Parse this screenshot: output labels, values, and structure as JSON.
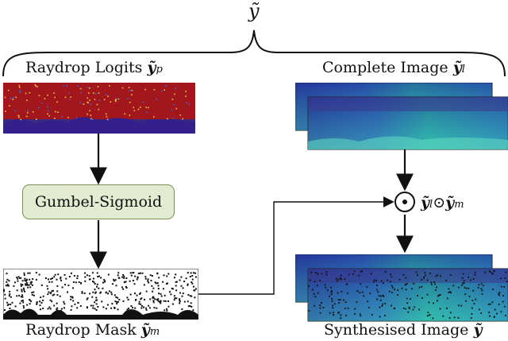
{
  "top_symbol": "ỹ",
  "raydrop_logits": {
    "label": "Raydrop Logits",
    "symbol": "ỹ",
    "sub": "p"
  },
  "complete_image": {
    "label": "Complete Image",
    "symbol": "ỹ",
    "sub": "l"
  },
  "gumbel": {
    "label": "Gumbel-Sigmoid"
  },
  "product": {
    "op_symbol": "⊙",
    "lhs": "ỹ",
    "lhs_sub": "l",
    "rhs": "ỹ",
    "rhs_sub": "m"
  },
  "raydrop_mask": {
    "label": "Raydrop Mask",
    "symbol": "ỹ",
    "sub": "m"
  },
  "synthesised_image": {
    "label": "Synthesised Image",
    "symbol": "ỹ"
  },
  "colors": {
    "gumbel_fill": "#e3ecd0",
    "gumbel_border": "#7a8f5a",
    "logits_red": "#a3161c",
    "depth_blue": "#2a4fae",
    "depth_teal": "#2bb3b0"
  }
}
